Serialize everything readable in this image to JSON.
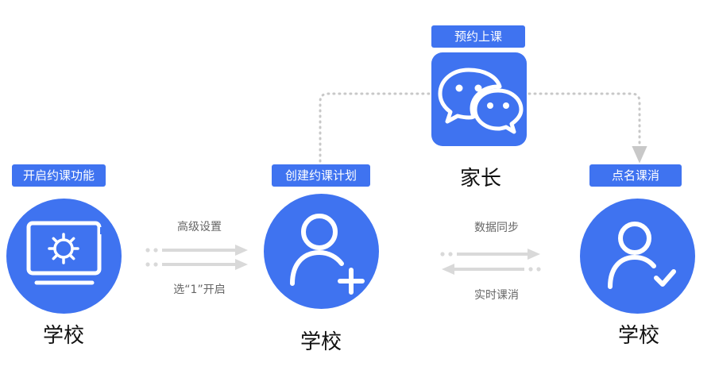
{
  "tags": {
    "enable": "开启约课功能",
    "create_plan": "创建约课计划",
    "book": "预约上课",
    "rollcall": "点名课消"
  },
  "labels": {
    "school_left": "学校",
    "school_middle": "学校",
    "school_right": "学校",
    "parent": "家长"
  },
  "arrows": {
    "left_top": "高级设置",
    "left_bottom": "选“1”开启",
    "right_top": "数据同步",
    "right_bottom": "实时课消"
  },
  "icons": {
    "school_left": "monitor-gear-icon",
    "school_middle": "user-add-icon",
    "school_right": "user-check-icon",
    "parent": "wechat-icon"
  },
  "colors": {
    "brand_blue": "#3f73f0",
    "arrow_gray": "#d9d9d9",
    "dotted_gray": "#c8c8c8"
  }
}
